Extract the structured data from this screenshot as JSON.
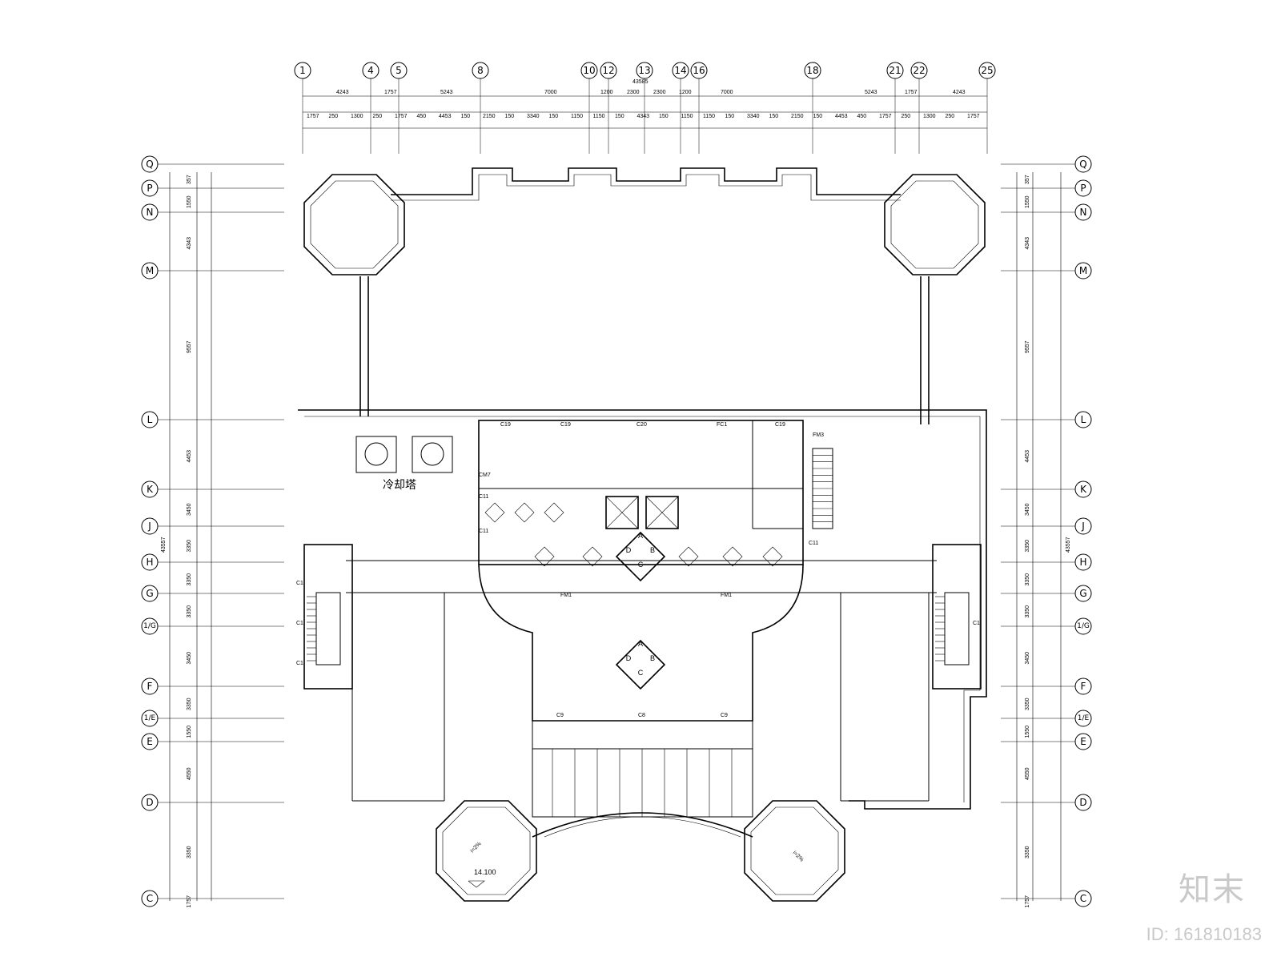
{
  "drawing": {
    "overall_dimension": "43585",
    "overall_vertical_dimension": "43557",
    "level_mark": "14.100",
    "cooling_tower_label": "冷却塔",
    "slope_left": "i=2%",
    "slope_right": "i=2%"
  },
  "grid_top": [
    "1",
    "4",
    "5",
    "8",
    "10",
    "12",
    "13",
    "14",
    "16",
    "18",
    "21",
    "22",
    "25"
  ],
  "grid_side": [
    "Q",
    "P",
    "N",
    "M",
    "L",
    "K",
    "J",
    "H",
    "G",
    "1/G",
    "F",
    "1/E",
    "E",
    "D",
    "C"
  ],
  "dims_top_row1": [
    "4243",
    "1757",
    "5243",
    "7000",
    "1200",
    "2300",
    "2300",
    "1200",
    "7000",
    "5243",
    "1757",
    "4243"
  ],
  "dims_top_row2": [
    "1757",
    "250",
    "1300",
    "250",
    "1757",
    "450",
    "4453",
    "150",
    "2150",
    "150",
    "3340",
    "150",
    "1150",
    "1150",
    "150",
    "4343",
    "150",
    "1150",
    "1150",
    "150",
    "3340",
    "150",
    "2150",
    "150",
    "4453",
    "450",
    "1757",
    "250",
    "1300",
    "250",
    "1757"
  ],
  "dims_left": [
    "357",
    "1550",
    "4343",
    "9557",
    "4453",
    "3450",
    "3350",
    "3350",
    "3350",
    "3450",
    "3350",
    "1550",
    "4550",
    "3350",
    "1757"
  ],
  "window_tags": [
    "C19",
    "C19",
    "C20",
    "FC1",
    "C19",
    "C11",
    "C11",
    "C11",
    "C1",
    "C1",
    "C1",
    "C1",
    "C9",
    "C8",
    "C9",
    "FM3",
    "CM7",
    "FM1",
    "FM1"
  ],
  "room_tags": [
    "A",
    "B",
    "C",
    "D"
  ],
  "watermark": {
    "brand": "知末",
    "id": "ID: 161810183"
  }
}
